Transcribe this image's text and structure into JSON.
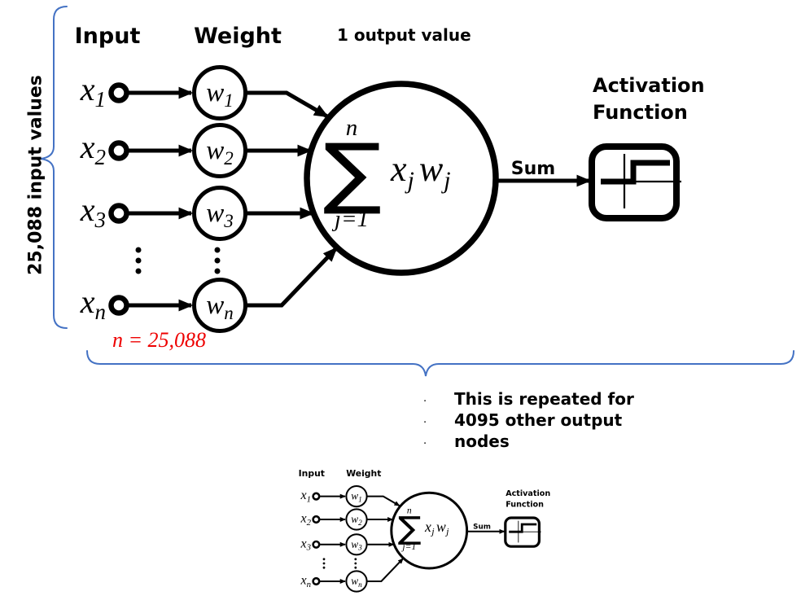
{
  "colors": {
    "brace_blue": "#4472C4",
    "annotation_red": "#ee0000",
    "ink": "#000000",
    "background": "#ffffff"
  },
  "left_label": "25,088 input values",
  "output_note": "1 output value",
  "n_annotation": "n = 25,088",
  "repeat_note": {
    "bullet": "·",
    "lines": [
      "This is repeated for",
      "4095 other output",
      "nodes"
    ]
  },
  "diagram": {
    "input_header": "Input",
    "weight_header": "Weight",
    "sum_label": "Sum",
    "activation_line1": "Activation",
    "activation_line2": "Function",
    "rows": [
      {
        "input_base": "x",
        "input_sub": "1",
        "weight_base": "w",
        "weight_sub": "1"
      },
      {
        "input_base": "x",
        "input_sub": "2",
        "weight_base": "w",
        "weight_sub": "2"
      },
      {
        "input_base": "x",
        "input_sub": "3",
        "weight_base": "w",
        "weight_sub": "3"
      },
      {
        "input_base": "x",
        "input_sub": "n",
        "weight_base": "w",
        "weight_sub": "n"
      }
    ],
    "formula": {
      "sigma": "∑",
      "upper": "n",
      "lower": "j=1",
      "x_base": "x",
      "x_sub": "j",
      "w_base": "w",
      "w_sub": "j"
    }
  }
}
